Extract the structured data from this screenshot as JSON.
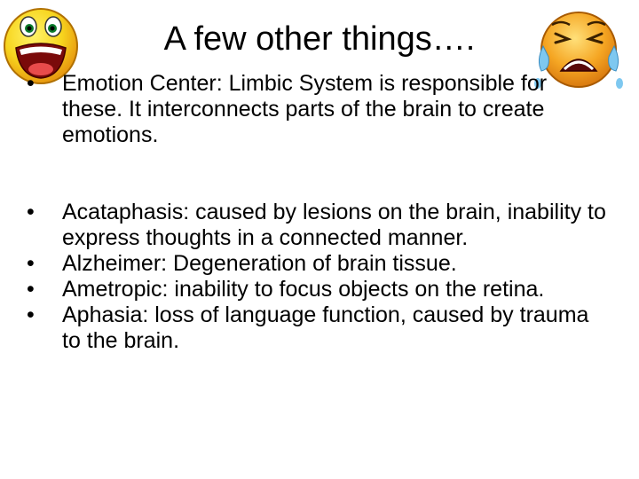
{
  "slide": {
    "title": "A few other things….",
    "icons": [
      "laughing-face-icon",
      "crying-face-icon"
    ],
    "bullets_top": [
      "Emotion Center:  Limbic System is responsible for these.  It interconnects parts of the brain to create emotions."
    ],
    "bullets_bottom": [
      "Acataphasis:  caused by lesions on the brain, inability to express thoughts in a connected manner.",
      "Alzheimer:  Degeneration of brain tissue.",
      "Ametropic:  inability to focus objects on the retina.",
      "Aphasia:  loss of language function, caused by trauma to the brain."
    ],
    "colors": {
      "background": "#ffffff",
      "text": "#000000",
      "emoji_yellow": "#f7d51e",
      "emoji_orange": "#f5a623",
      "tear_blue": "#7ec8f0"
    }
  }
}
